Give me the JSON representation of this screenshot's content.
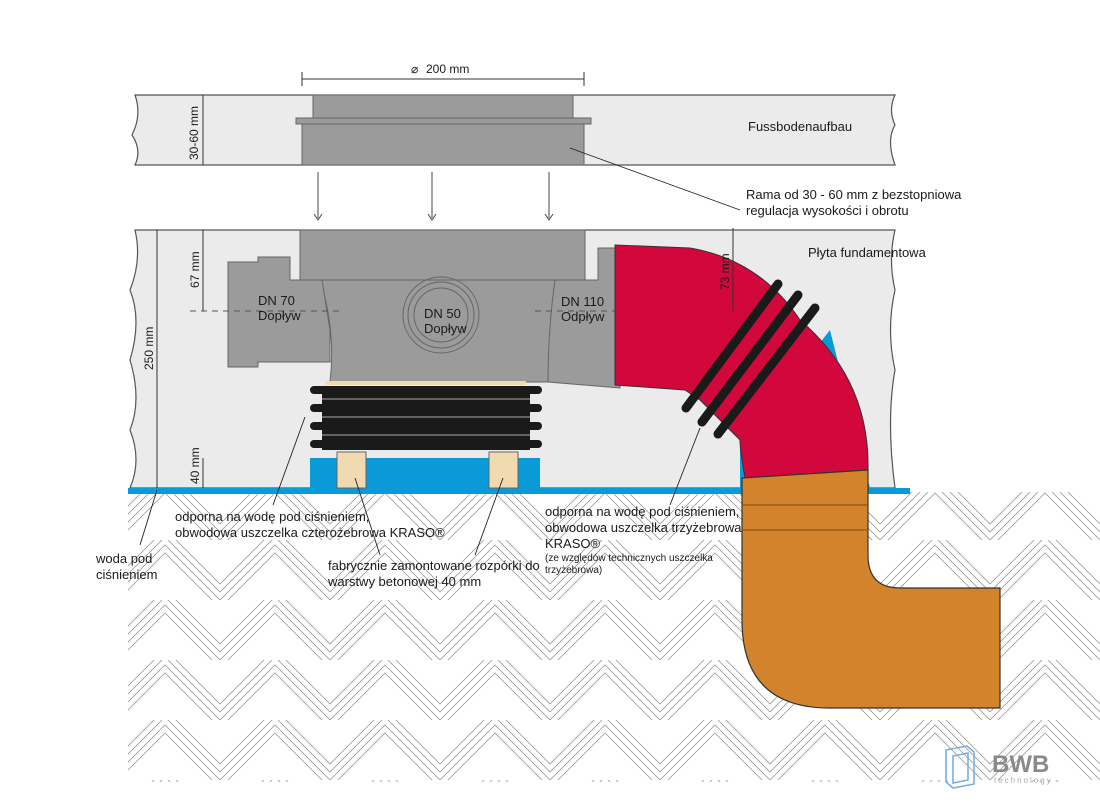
{
  "dimensions": {
    "diameter": "200 mm",
    "frame_height": "30-60 mm",
    "outlet_depth": "67 mm",
    "elbow_depth": "73 mm",
    "slab_thickness": "250 mm",
    "spacer_height": "40 mm"
  },
  "layers": {
    "floor": "Fussbodenaufbau",
    "foundation": "Płyta fundamentowa"
  },
  "callouts": {
    "frame_line1": "Rama od 30 - 60 mm z bezstopniowa",
    "frame_line2": "regulacja wysokości i obrotu",
    "dn70_line1": "DN 70",
    "dn70_line2": "Dopływ",
    "dn50_line1": "DN 50",
    "dn50_line2": "Dopływ",
    "dn110_line1": "DN 110",
    "dn110_line2": "Odpływ",
    "seal4_line1": "odporna na wodę pod ciśnieniem,",
    "seal4_line2": "obwodowa uszczelka czterożebrowa KRASO®",
    "water_line1": "woda pod",
    "water_line2": "ciśnieniem",
    "spacers_line1": "fabrycznie zamontowane rozpórki do",
    "spacers_line2": "warstwy betonowej 40 mm",
    "seal3_line1": "odporna na wodę pod ciśnieniem,",
    "seal3_line2": "obwodowa uszczelka trzyżebrowa",
    "seal3_line3": "KRASO®",
    "seal3_note1": "(ze względów technicznych uszczelka",
    "seal3_note2": " trzyżebrowa)"
  },
  "logo": {
    "name": "BWB",
    "tagline": "technology"
  },
  "colors": {
    "slab": "#ebebeb",
    "drain_grey": "#9b9b9b",
    "pipe_red": "#d2073c",
    "pipe_orange": "#d3832b",
    "seal_black": "#1a1a1a",
    "water_blue": "#0a9ad8",
    "spacer_beige": "#f1d9b0",
    "logo_blue": "#7aaee0",
    "logo_grey": "#8a8a8a"
  }
}
